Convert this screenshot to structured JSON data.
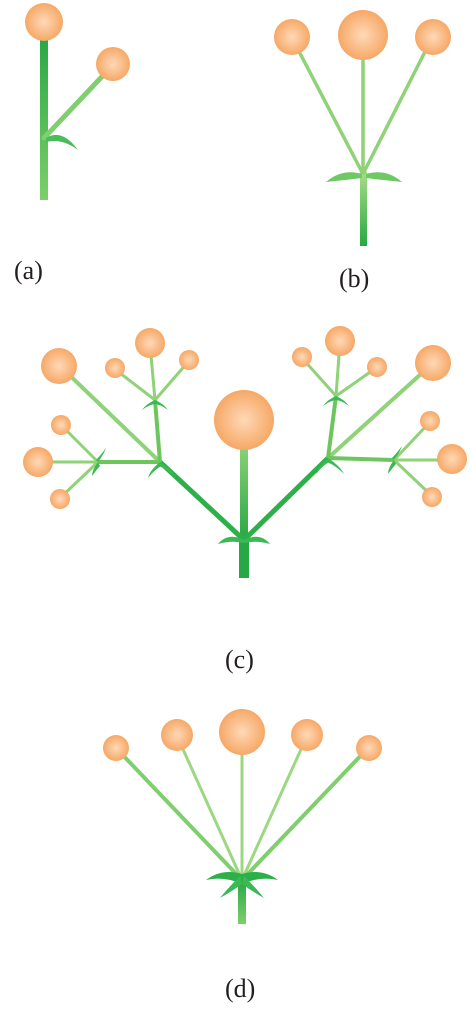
{
  "panels": [
    {
      "id": "a",
      "label": "(a)"
    },
    {
      "id": "b",
      "label": "(b)"
    },
    {
      "id": "c",
      "label": "(c)"
    },
    {
      "id": "d",
      "label": "(d)"
    }
  ],
  "colors": {
    "flower": "#f7b27a",
    "flower_light": "#ffd9b8",
    "stem_dark": "#27a844",
    "stem_light": "#a9dd86",
    "text": "#231f20"
  }
}
